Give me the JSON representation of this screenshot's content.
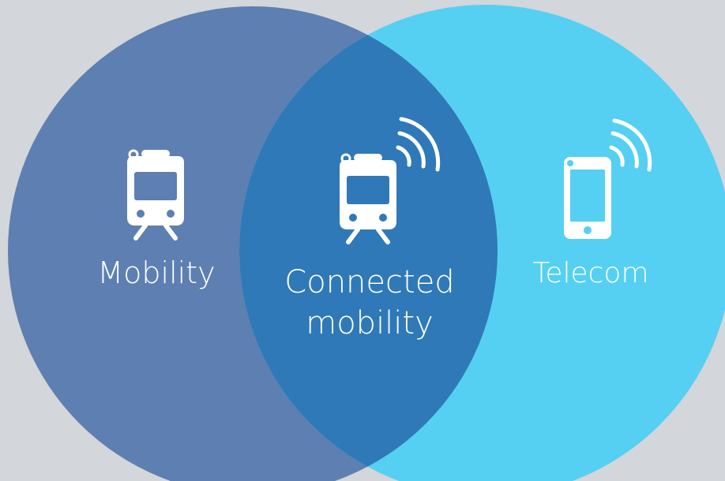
{
  "colors": {
    "background": "#d3d6da",
    "left_circle": "#5e7fb1",
    "right_circle": "#55d0f2",
    "overlap": "#2f79b8",
    "foreground": "#ffffff"
  },
  "sets": {
    "left": {
      "label": "Mobility",
      "icon": "bus-icon"
    },
    "center": {
      "label_line1": "Connected",
      "label_line2": "mobility",
      "icon": "connected-bus-icon"
    },
    "right": {
      "label": "Telecom",
      "icon": "smartphone-signal-icon"
    }
  }
}
